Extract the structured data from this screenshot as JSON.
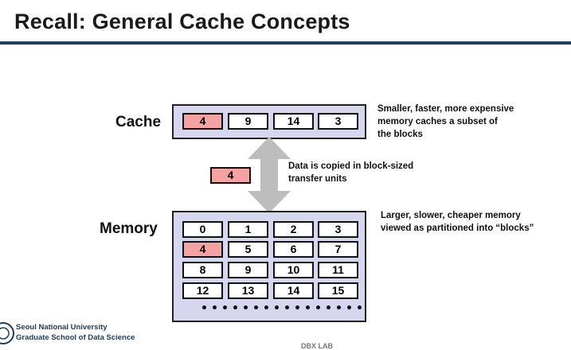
{
  "slide": {
    "title": "Recall: General Cache Concepts"
  },
  "cache": {
    "label": "Cache",
    "blocks": [
      {
        "value": "4",
        "highlighted": true
      },
      {
        "value": "9",
        "highlighted": false
      },
      {
        "value": "14",
        "highlighted": false
      },
      {
        "value": "3",
        "highlighted": false
      }
    ],
    "note_lines": [
      "Smaller, faster, more expensive",
      "memory caches a  subset of",
      "the blocks"
    ]
  },
  "transfer": {
    "block": "4",
    "note_lines": [
      "Data is copied in block-sized",
      "transfer units"
    ]
  },
  "memory": {
    "label": "Memory",
    "rows": [
      [
        "0",
        "1",
        "2",
        "3"
      ],
      [
        "4",
        "5",
        "6",
        "7"
      ],
      [
        "8",
        "9",
        "10",
        "11"
      ],
      [
        "12",
        "13",
        "14",
        "15"
      ]
    ],
    "highlighted": [
      "4"
    ],
    "note_lines": [
      "Larger, slower, cheaper memory",
      "viewed as partitioned into “blocks”"
    ]
  },
  "footer": {
    "university": "Seoul National University",
    "school": "Graduate School of Data Science",
    "lab": "DBX LAB"
  },
  "colors": {
    "panel": "#d6d6ee",
    "highlight": "#f4a2a2",
    "arrow": "#bdbdbd",
    "rule": "#1f3d63"
  }
}
